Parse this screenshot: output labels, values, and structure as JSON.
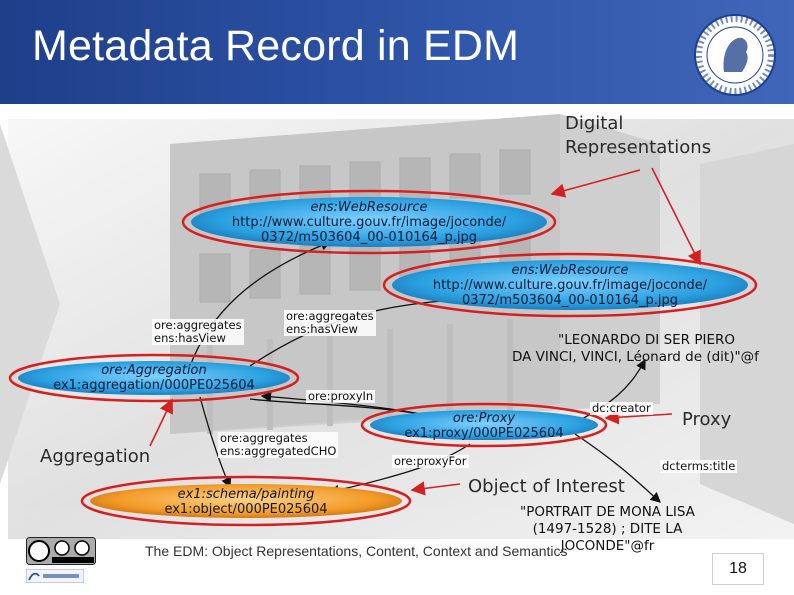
{
  "slide": {
    "title": "Metadata Record in EDM",
    "page_number": "18",
    "caption": "The EDM: Object Representations, Content, Context and Semantics"
  },
  "callouts": {
    "digital": "Digital\nRepresentations",
    "proxy": "Proxy",
    "aggregation": "Aggregation",
    "object": "Object of Interest"
  },
  "nodes": {
    "webresource1": {
      "class": "ens:WebResource",
      "uri_line1": "http://www.culture.gouv.fr/image/joconde/",
      "uri_line2": "0372/m503604_00-010164_p.jpg"
    },
    "webresource2": {
      "class": "ens:WebResource",
      "uri_line1": "http://www.culture.gouv.fr/image/joconde/",
      "uri_line2": "0372/m503604_00-010164_p.jpg"
    },
    "aggregation": {
      "class": "ore:Aggregation",
      "uri": "ex1:aggregation/000PE025604"
    },
    "proxy": {
      "class": "ore:Proxy",
      "uri": "ex1:proxy/000PE025604"
    },
    "object": {
      "class": "ex1:schema/painting",
      "uri": "ex1:object/000PE025604"
    }
  },
  "edges": {
    "agg_view1_l1": "ore:aggregates",
    "agg_view1_l2": "ens:hasView",
    "agg_view2_l1": "ore:aggregates",
    "agg_view2_l2": "ens:hasView",
    "proxy_in": "ore:proxyIn",
    "agg_cho_l1": "ore:aggregates",
    "agg_cho_l2": "ens:aggregatedCHO",
    "proxy_for": "ore:proxyFor",
    "creator": "dc:creator",
    "title": "dcterms:title"
  },
  "literals": {
    "creator_l1": "\"LEONARDO DI SER PIERO",
    "creator_l2": "DA VINCI, VINCI, Léonard de (dit)\"@f",
    "title_l1": "\"PORTRAIT DE MONA LISA",
    "title_l2": "(1497-1528) ; DITE LA",
    "title_l3": "JOCONDE\"@fr"
  },
  "colors": {
    "header": "#2f55a8",
    "node_blue": "#2aa0e0",
    "node_orange": "#f29a26",
    "highlight": "#d42020"
  }
}
